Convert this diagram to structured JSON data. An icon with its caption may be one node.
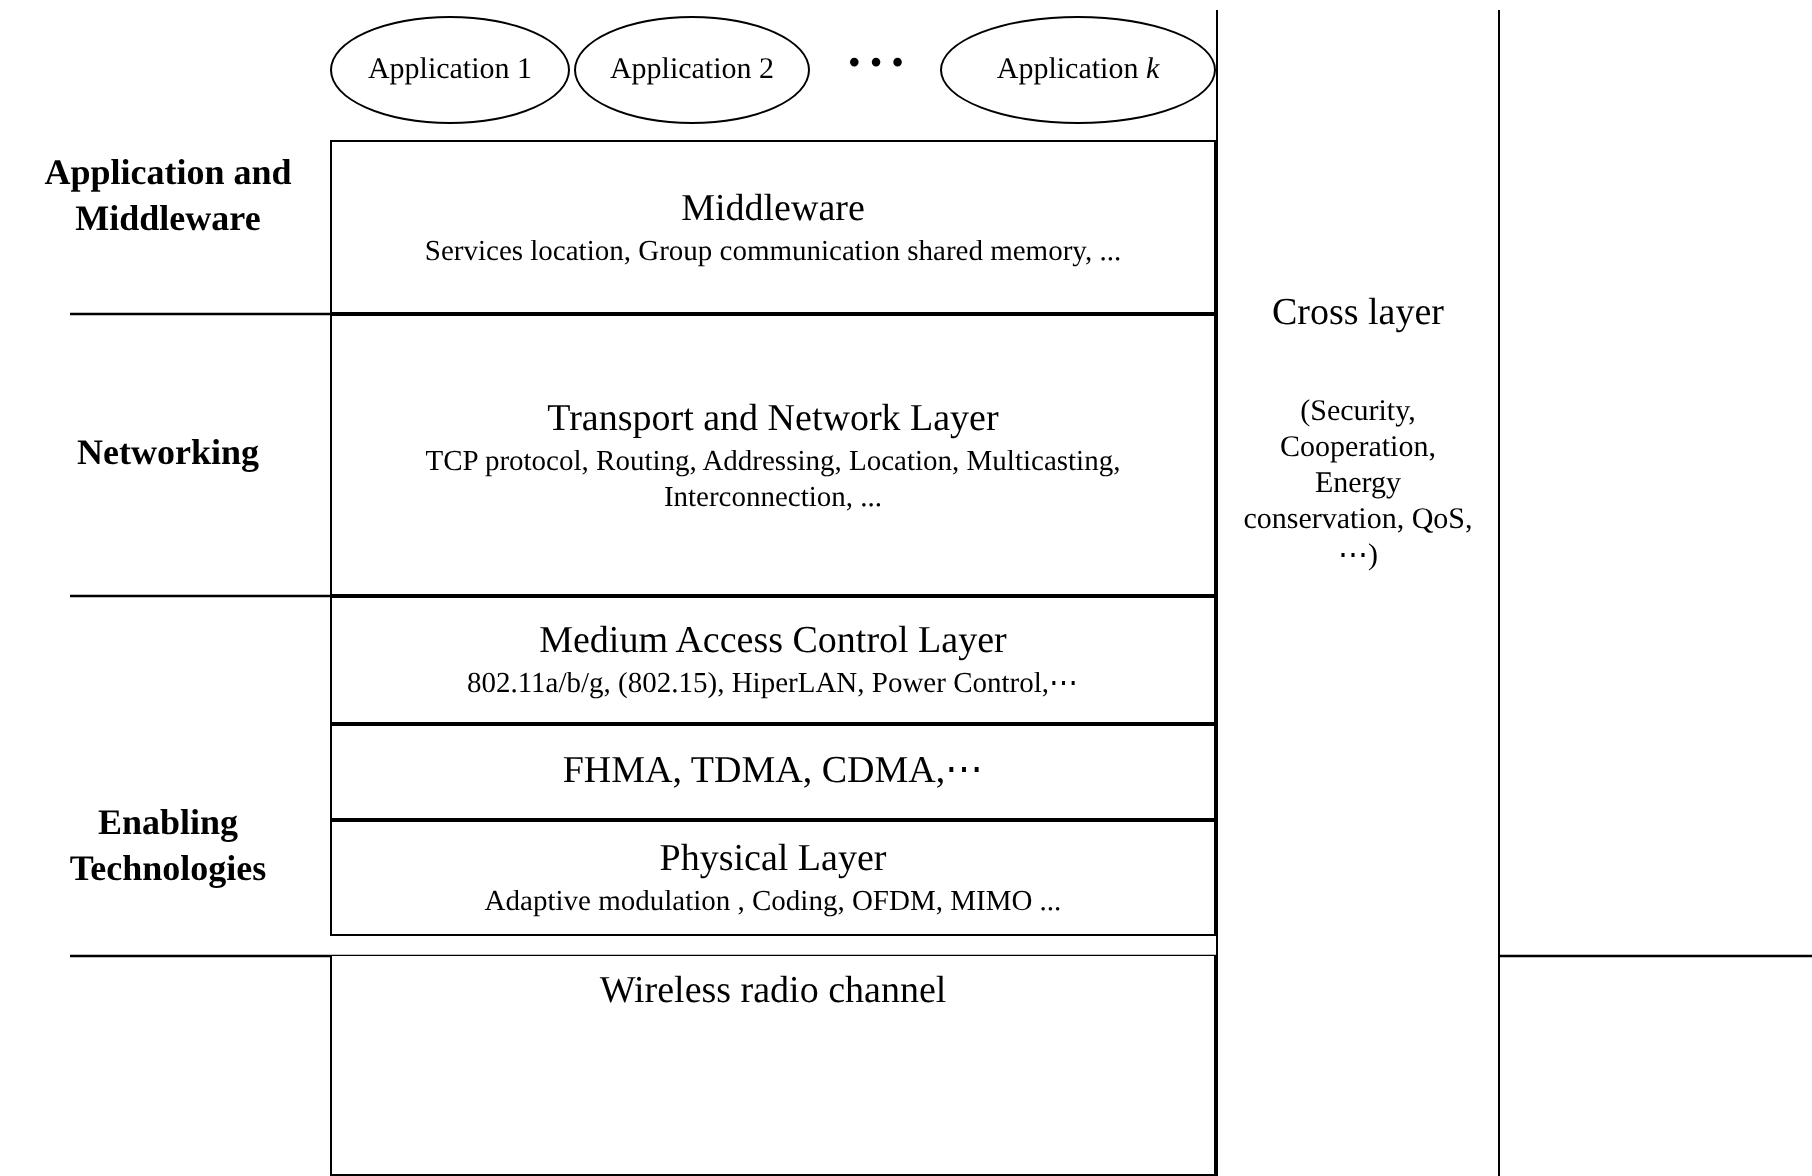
{
  "diagram": {
    "nodes": [
      {
        "text": [
          "Application 1"
        ]
      },
      {
        "text": [
          "Application 2"
        ]
      },
      {
        "text": [
          "Application *k*"
        ]
      },
      {
        "text": [
          "Middleware",
          "Services location, Group communication shared memory, ..."
        ]
      },
      {
        "text": [
          "Transport and Network Layer",
          "TCP protocol, Routing, Addressing, Location, Multicasting, Interconnection, ..."
        ]
      },
      {
        "text": [
          "Medium Access Control Layer",
          "802.11a/b/g, (802.15), HiperLAN, Power Control,⋯"
        ]
      },
      {
        "text": [
          "FHMA, TDMA, CDMA,⋯"
        ]
      },
      {
        "text": [
          "Physical Layer",
          "Adaptive modulation , Coding, OFDM, MIMO ..."
        ]
      },
      {
        "text": [
          "Wireless radio channel"
        ]
      },
      {
        "text": [
          "Cross layer",
          "(Security, Cooperation, Energy conservation, QoS, ⋯)"
        ]
      }
    ],
    "edges": [],
    "labels": [
      "• • •",
      "Application and Middleware",
      "Networking",
      "Enabling Technologies"
    ]
  }
}
